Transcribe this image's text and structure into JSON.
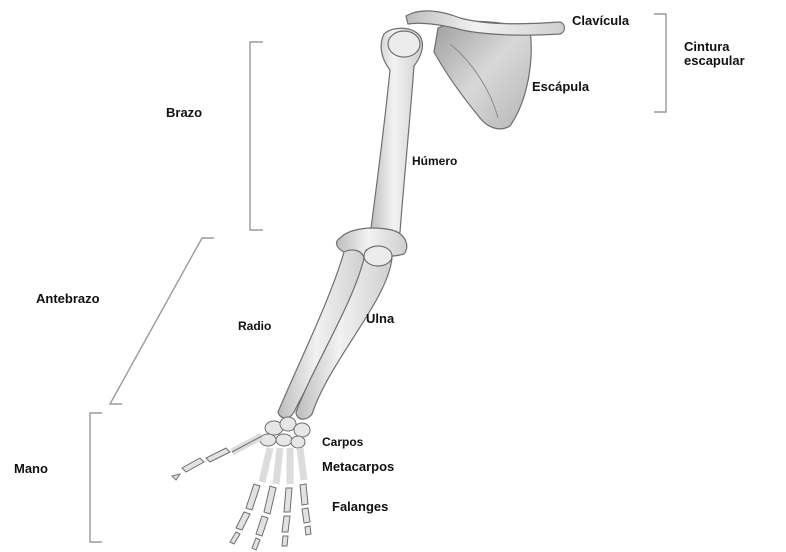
{
  "labels": {
    "clavicula": "Clavícula",
    "cintura_line1": "Cintura",
    "cintura_line2": "escapular",
    "escapula": "Escápula",
    "brazo": "Brazo",
    "humero": "Húmero",
    "antebrazo": "Antebrazo",
    "radio": "Radio",
    "ulna": "Ulna",
    "mano": "Mano",
    "carpos": "Carpos",
    "metacarpos": "Metacarpos",
    "falanges": "Falanges"
  },
  "colors": {
    "bone_fill": "#e9e9e9",
    "bone_shade": "#c9c9c9",
    "bone_outline": "#6f6f6f",
    "bracket": "#9a9a9a",
    "text": "#111111"
  }
}
